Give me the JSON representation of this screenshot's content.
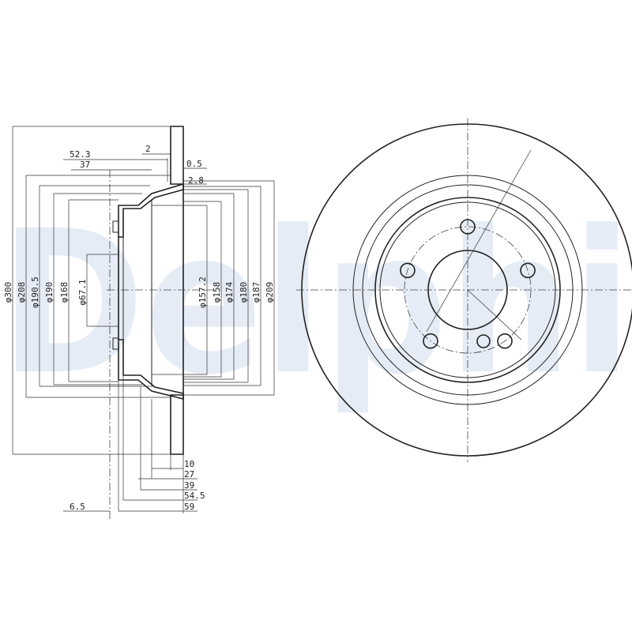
{
  "watermark": "Delphi",
  "section_view": {
    "diameters_left": [
      "φ300",
      "φ208",
      "φ190.5",
      "φ190",
      "φ168",
      "φ67.1"
    ],
    "diameters_right": [
      "φ157.2",
      "φ158",
      "φ174",
      "φ180",
      "φ187",
      "φ209"
    ],
    "top_dims": [
      "52.3",
      "37",
      "2",
      "0.5",
      "2.8"
    ],
    "bottom_dims": [
      "10",
      "27",
      "39",
      "54.5",
      "59",
      "6.5"
    ]
  },
  "front_view": {
    "bolt_holes": 5
  }
}
